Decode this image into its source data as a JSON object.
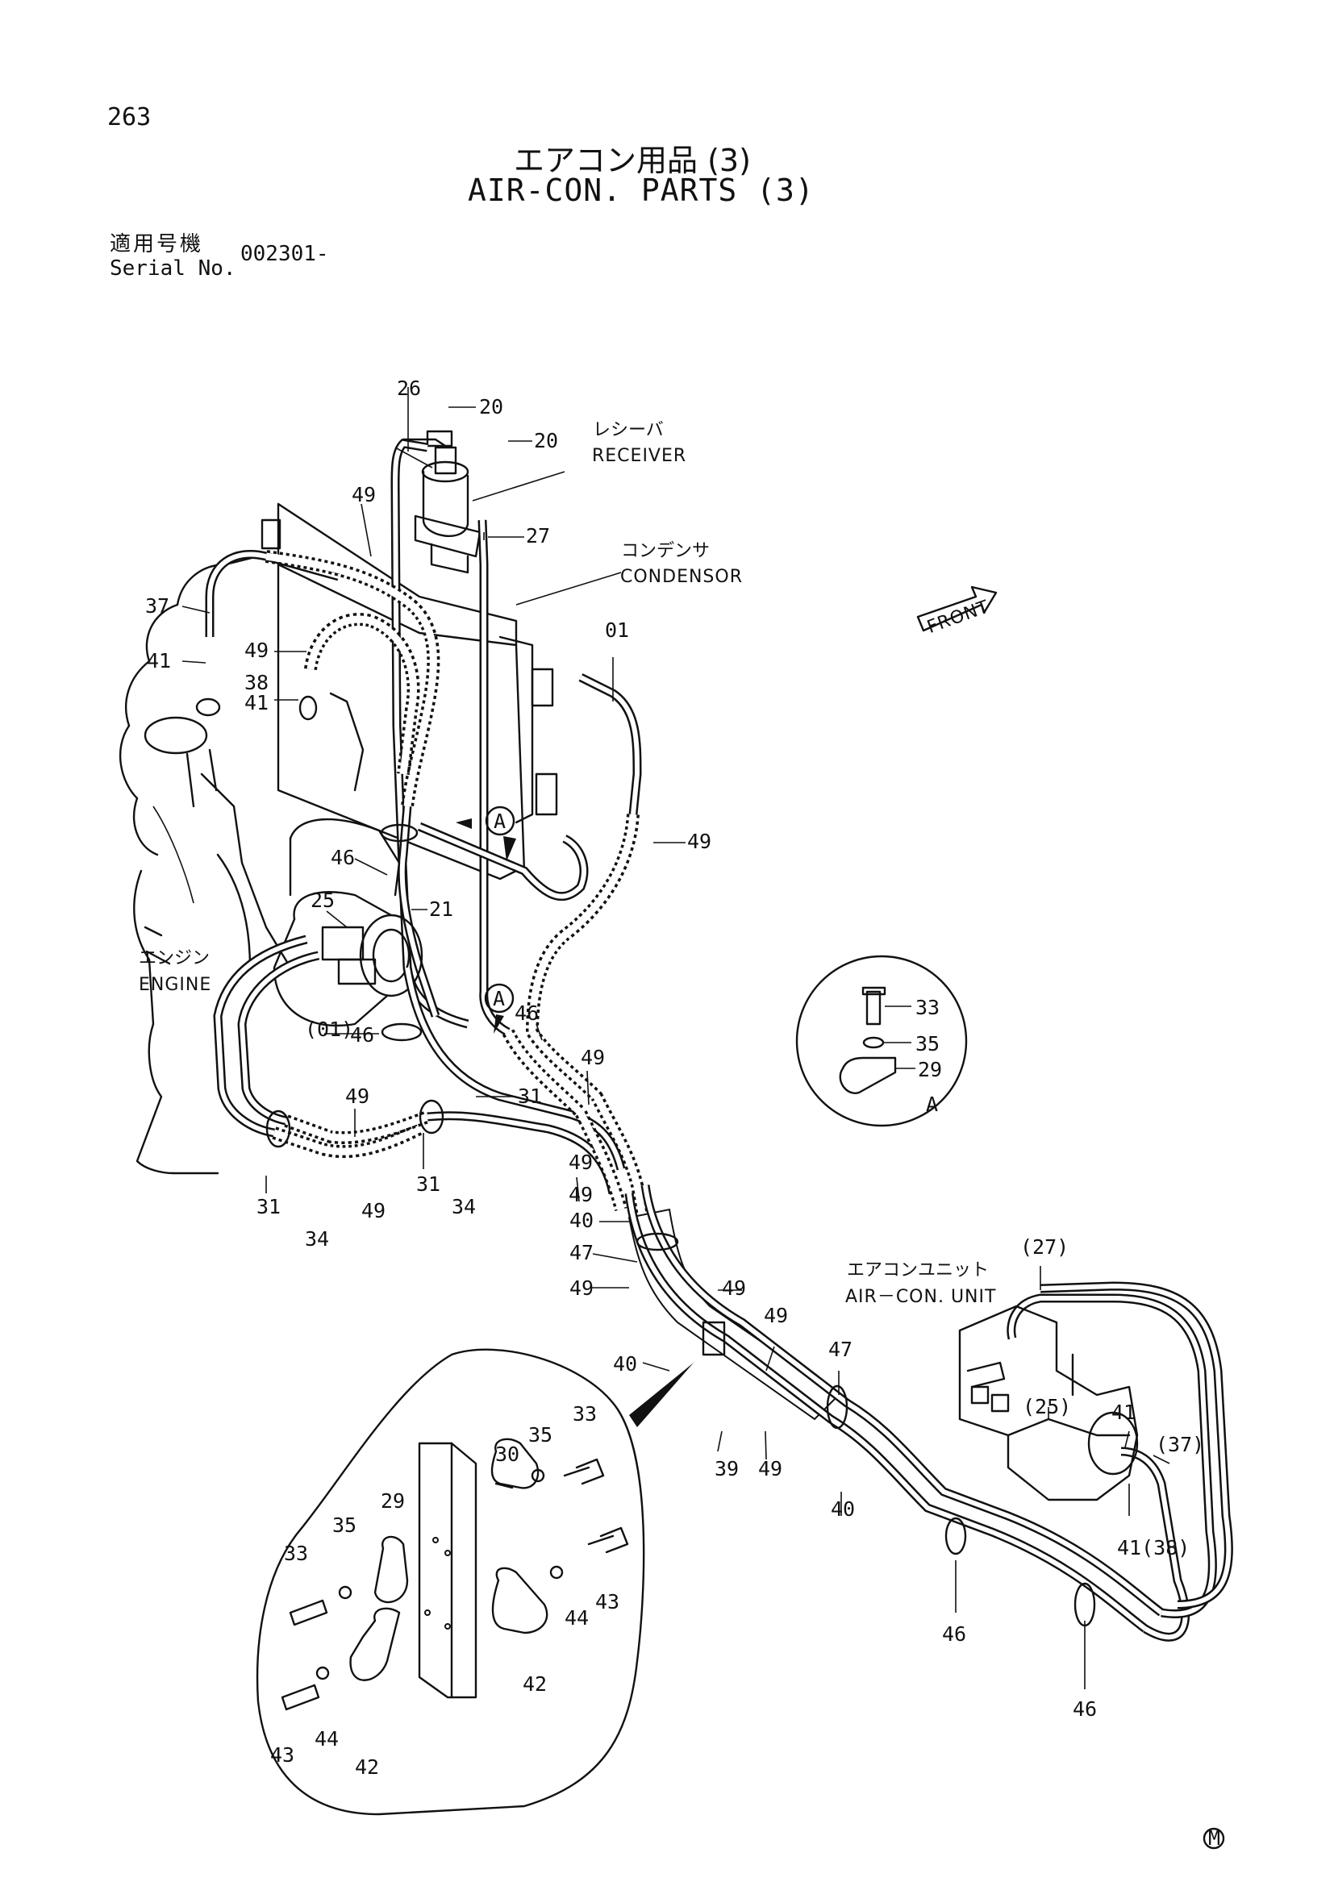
{
  "header": {
    "page_number": "263",
    "title_jp": "エアコン用品 (3)",
    "title_en": "AIR-CON. PARTS (3)",
    "serial_label_jp": "適用号機",
    "serial_label_en": "Serial No.",
    "serial_value": "002301-"
  },
  "notes": {
    "receiver_jp": "レシーバ",
    "receiver_en": "RECEIVER",
    "condensor_jp": "コンデンサ",
    "condensor_en": "CONDENSOR",
    "engine_jp": "エンジン",
    "engine_en": "ENGINE",
    "aircon_unit_jp": "エアコンユニット",
    "aircon_unit_en": "AIR－CON. UNIT",
    "front": "FRONT",
    "detail_a": "A",
    "mark": "M"
  },
  "callouts": {
    "c26": "26",
    "c20a": "20",
    "c20b": "20",
    "c49a": "49",
    "c27": "27",
    "c37": "37",
    "c01": "01",
    "c41a": "41",
    "c49b": "49",
    "c38": "38",
    "c41b": "41",
    "c49c": "49",
    "c46a": "46",
    "c25": "25",
    "c21": "21",
    "c01p": "(01)",
    "c46b": "46",
    "c46c": "46",
    "c49d": "49",
    "c31a": "31",
    "c49e": "49",
    "c49f": "49",
    "c31b": "31",
    "c31c": "31",
    "c34a": "34",
    "c34b": "34",
    "c49g": "49",
    "c49h": "49",
    "c40a": "40",
    "c47a": "47",
    "c49i": "49",
    "c49j": "49",
    "c40b": "40",
    "c39": "39",
    "c49k": "49",
    "c49l": "49",
    "c47b": "47",
    "c40c": "40",
    "c46d": "46",
    "c46e": "46",
    "c27p": "(27)",
    "c25p": "(25)",
    "c41c": "41",
    "c37p": "(37)",
    "c41d": "41(38)",
    "a33": "33",
    "a35": "35",
    "a29": "29",
    "d33a": "33",
    "d35a": "35",
    "d30": "30",
    "d29": "29",
    "d35b": "35",
    "d33b": "33",
    "d43a": "43",
    "d44a": "44",
    "d42a": "42",
    "d43b": "43",
    "d44b": "44",
    "d42b": "42",
    "circleA1": "A",
    "circleA2": "A"
  }
}
